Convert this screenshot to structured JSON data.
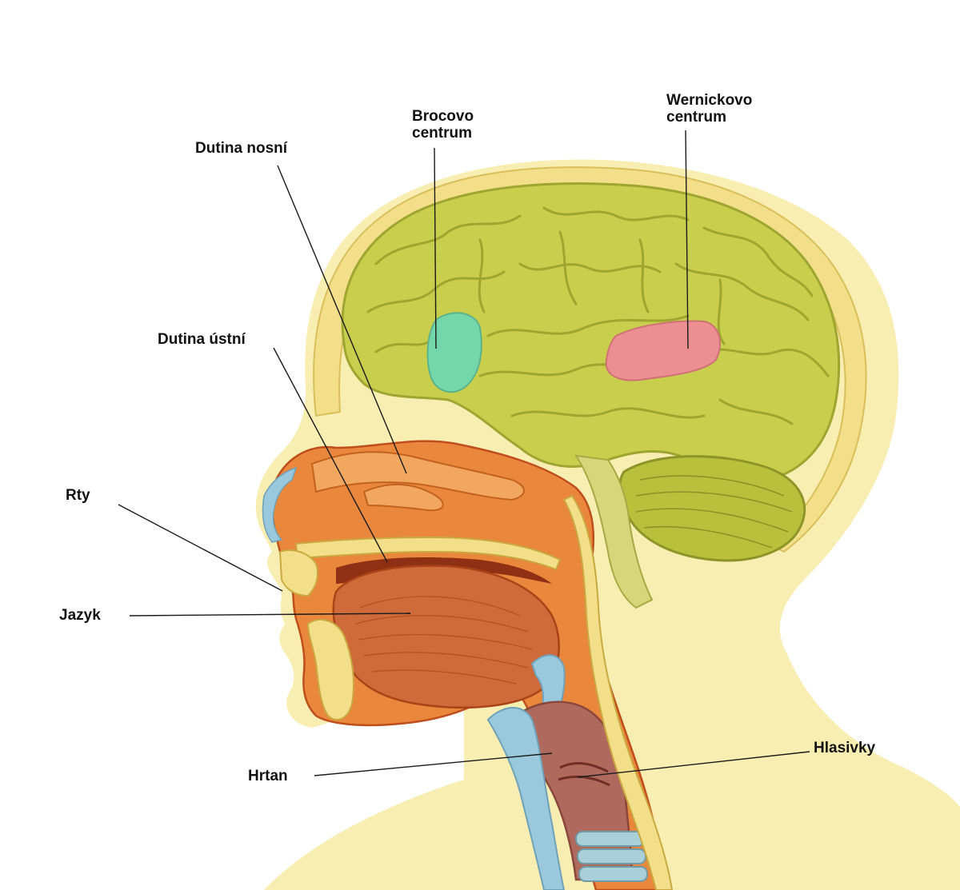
{
  "colors": {
    "background": "#ffffff",
    "skin": "#f8eeb2",
    "skull": "#f3df8a",
    "brain": "#c9cf4c",
    "brain_fold": "#9ea531",
    "cerebellum": "#b9c03c",
    "broca_area": "#74d7ab",
    "wernicke_area": "#eb8f93",
    "tissue_orange": "#e9873c",
    "tissue_dark": "#bf4e1c",
    "tongue": "#cf6a3a",
    "cartilage": "#9ac9dd",
    "larynx": "#b0695d",
    "trachea": "#a9d0d8",
    "leader_line": "#1a1a1a"
  },
  "labels": {
    "dutina_nosni": "Dutina nosní",
    "broca_line1": "Brocovo",
    "broca_line2": "centrum",
    "wernicke_line1": "Wernickovo",
    "wernicke_line2": "centrum",
    "dutina_ustni": "Dutina ústní",
    "rty": "Rty",
    "jazyk": "Jazyk",
    "hrtan": "Hrtan",
    "hlasivky": "Hlasivky"
  },
  "illustration": {
    "subject": "sagittal section of human head with speech organs",
    "parts": [
      "brain",
      "skull",
      "cerebellum",
      "broca-area",
      "wernicke-area",
      "nasal-cavity",
      "oral-cavity",
      "lips",
      "tongue",
      "larynx",
      "vocal-cords",
      "trachea",
      "neck"
    ]
  }
}
